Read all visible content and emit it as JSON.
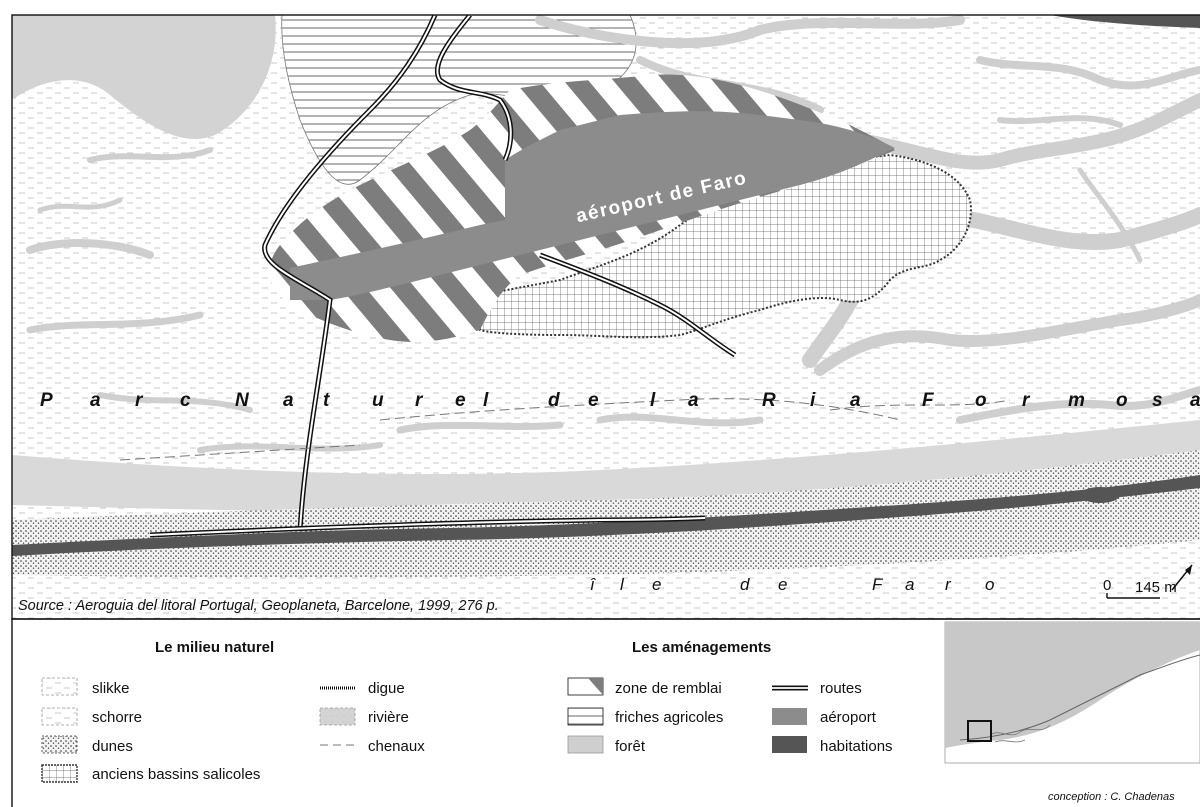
{
  "map": {
    "region_label_letters": [
      "P",
      "a",
      "r",
      "c",
      "N",
      "a",
      "t",
      "u",
      "r",
      "e",
      "l",
      "d",
      "e",
      "l",
      "a",
      "R",
      "i",
      "a",
      "F",
      "o",
      "r",
      "m",
      "o",
      "s",
      "a"
    ],
    "island_label_letters": [
      "î",
      "l",
      "e",
      "d",
      "e",
      "F",
      "a",
      "r",
      "o"
    ],
    "airport_label": "aéroport de Faro",
    "source": "Source : Aeroguia del litoral Portugal, Geoplaneta, Barcelone, 1999, 276 p.",
    "scale_zero": "0",
    "scale_value": "145 m"
  },
  "legend": {
    "natural_title": "Le milieu naturel",
    "natural_items": [
      "slikke",
      "schorre",
      "dunes",
      "anciens bassins salicoles"
    ],
    "natural_items_col2": [
      "digue",
      "rivière",
      "chenaux"
    ],
    "amenagements_title": "Les aménagements",
    "amenagements_items": [
      "zone de remblai",
      "friches agricoles",
      "forêt"
    ],
    "amenagements_items_col2": [
      "routes",
      "aéroport",
      "habitations"
    ]
  },
  "credit": "conception : C. Chadenas",
  "colors": {
    "airport": "#8c8c8c",
    "habitations": "#555555",
    "foret": "#cfcfcf",
    "water": "#d6d6d6",
    "stripe": "#7d7d7d"
  }
}
